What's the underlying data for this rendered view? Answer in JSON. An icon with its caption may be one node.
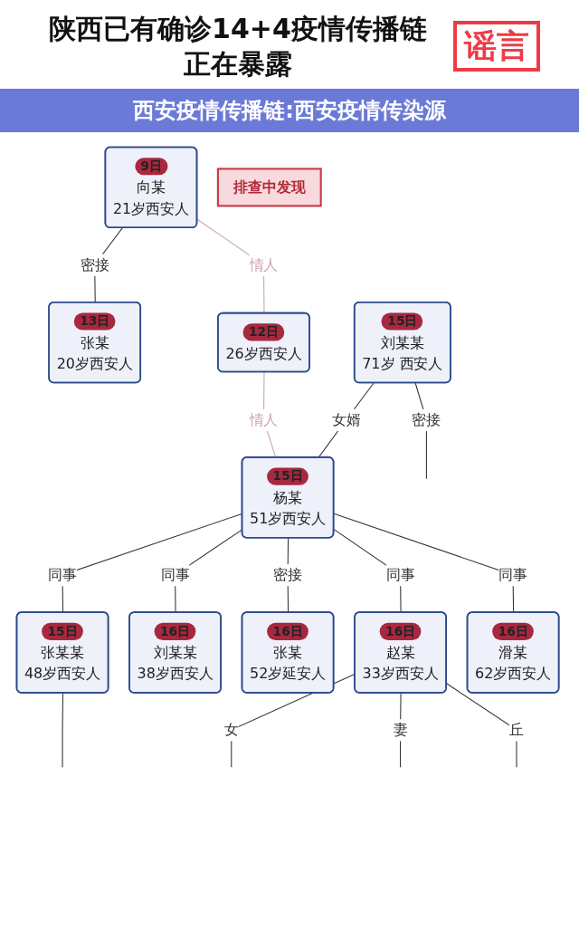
{
  "diagram": {
    "title": "陕西已有确诊14+4疫情传播链正在暴露",
    "caption": "西安疫情传播链:西安疫情传染源",
    "nodes": [
      {
        "text": [
          "9日",
          "向某",
          "21岁西安人"
        ]
      },
      {
        "text": [
          "13日",
          "张某",
          "20岁西安人"
        ]
      },
      {
        "text": [
          "12日",
          "26岁西安人"
        ]
      },
      {
        "text": [
          "15日",
          "刘某某",
          "71岁 西安人"
        ]
      },
      {
        "text": [
          "15日",
          "杨某",
          "51岁西安人"
        ]
      },
      {
        "text": [
          "15日",
          "张某某",
          "48岁西安人"
        ]
      },
      {
        "text": [
          "16日",
          "刘某某",
          "38岁西安人"
        ]
      },
      {
        "text": [
          "16日",
          "张某",
          "52岁延安人"
        ]
      },
      {
        "text": [
          "16日",
          "赵某",
          "33岁西安人"
        ]
      },
      {
        "text": [
          "16日",
          "滑某",
          "62岁西安人"
        ]
      },
      {
        "text": [
          "排查中发现"
        ]
      }
    ],
    "edges": [
      {
        "from": 0,
        "to": 1,
        "arrow": "none",
        "label": "密接"
      },
      {
        "from": 0,
        "to": 2,
        "arrow": "none",
        "label": "情人",
        "color": "#c9a3ae"
      },
      {
        "from": 2,
        "to": 4,
        "arrow": "none",
        "label": "情人",
        "color": "#c9a3ae"
      },
      {
        "from": 3,
        "to": 4,
        "arrow": "none",
        "label": "女婿"
      },
      {
        "from": 4,
        "to": 5,
        "arrow": "none",
        "label": "同事"
      },
      {
        "from": 4,
        "to": 6,
        "arrow": "none",
        "label": "同事"
      },
      {
        "from": 4,
        "to": 7,
        "arrow": "none",
        "label": "密接"
      },
      {
        "from": 4,
        "to": 8,
        "arrow": "none",
        "label": "同事"
      },
      {
        "from": 4,
        "to": 9,
        "arrow": "none",
        "label": "同事"
      },
      {
        "from": 3,
        "to": null,
        "arrow": "none",
        "label": "密接"
      },
      {
        "from": 5,
        "to": null,
        "arrow": "none"
      },
      {
        "from": 8,
        "to": null,
        "arrow": "none",
        "label": "女"
      },
      {
        "from": 8,
        "to": null,
        "arrow": "none",
        "label": "妻"
      },
      {
        "from": 8,
        "to": null,
        "arrow": "none",
        "label": "丘"
      }
    ],
    "labels": [
      "谣言"
    ]
  }
}
